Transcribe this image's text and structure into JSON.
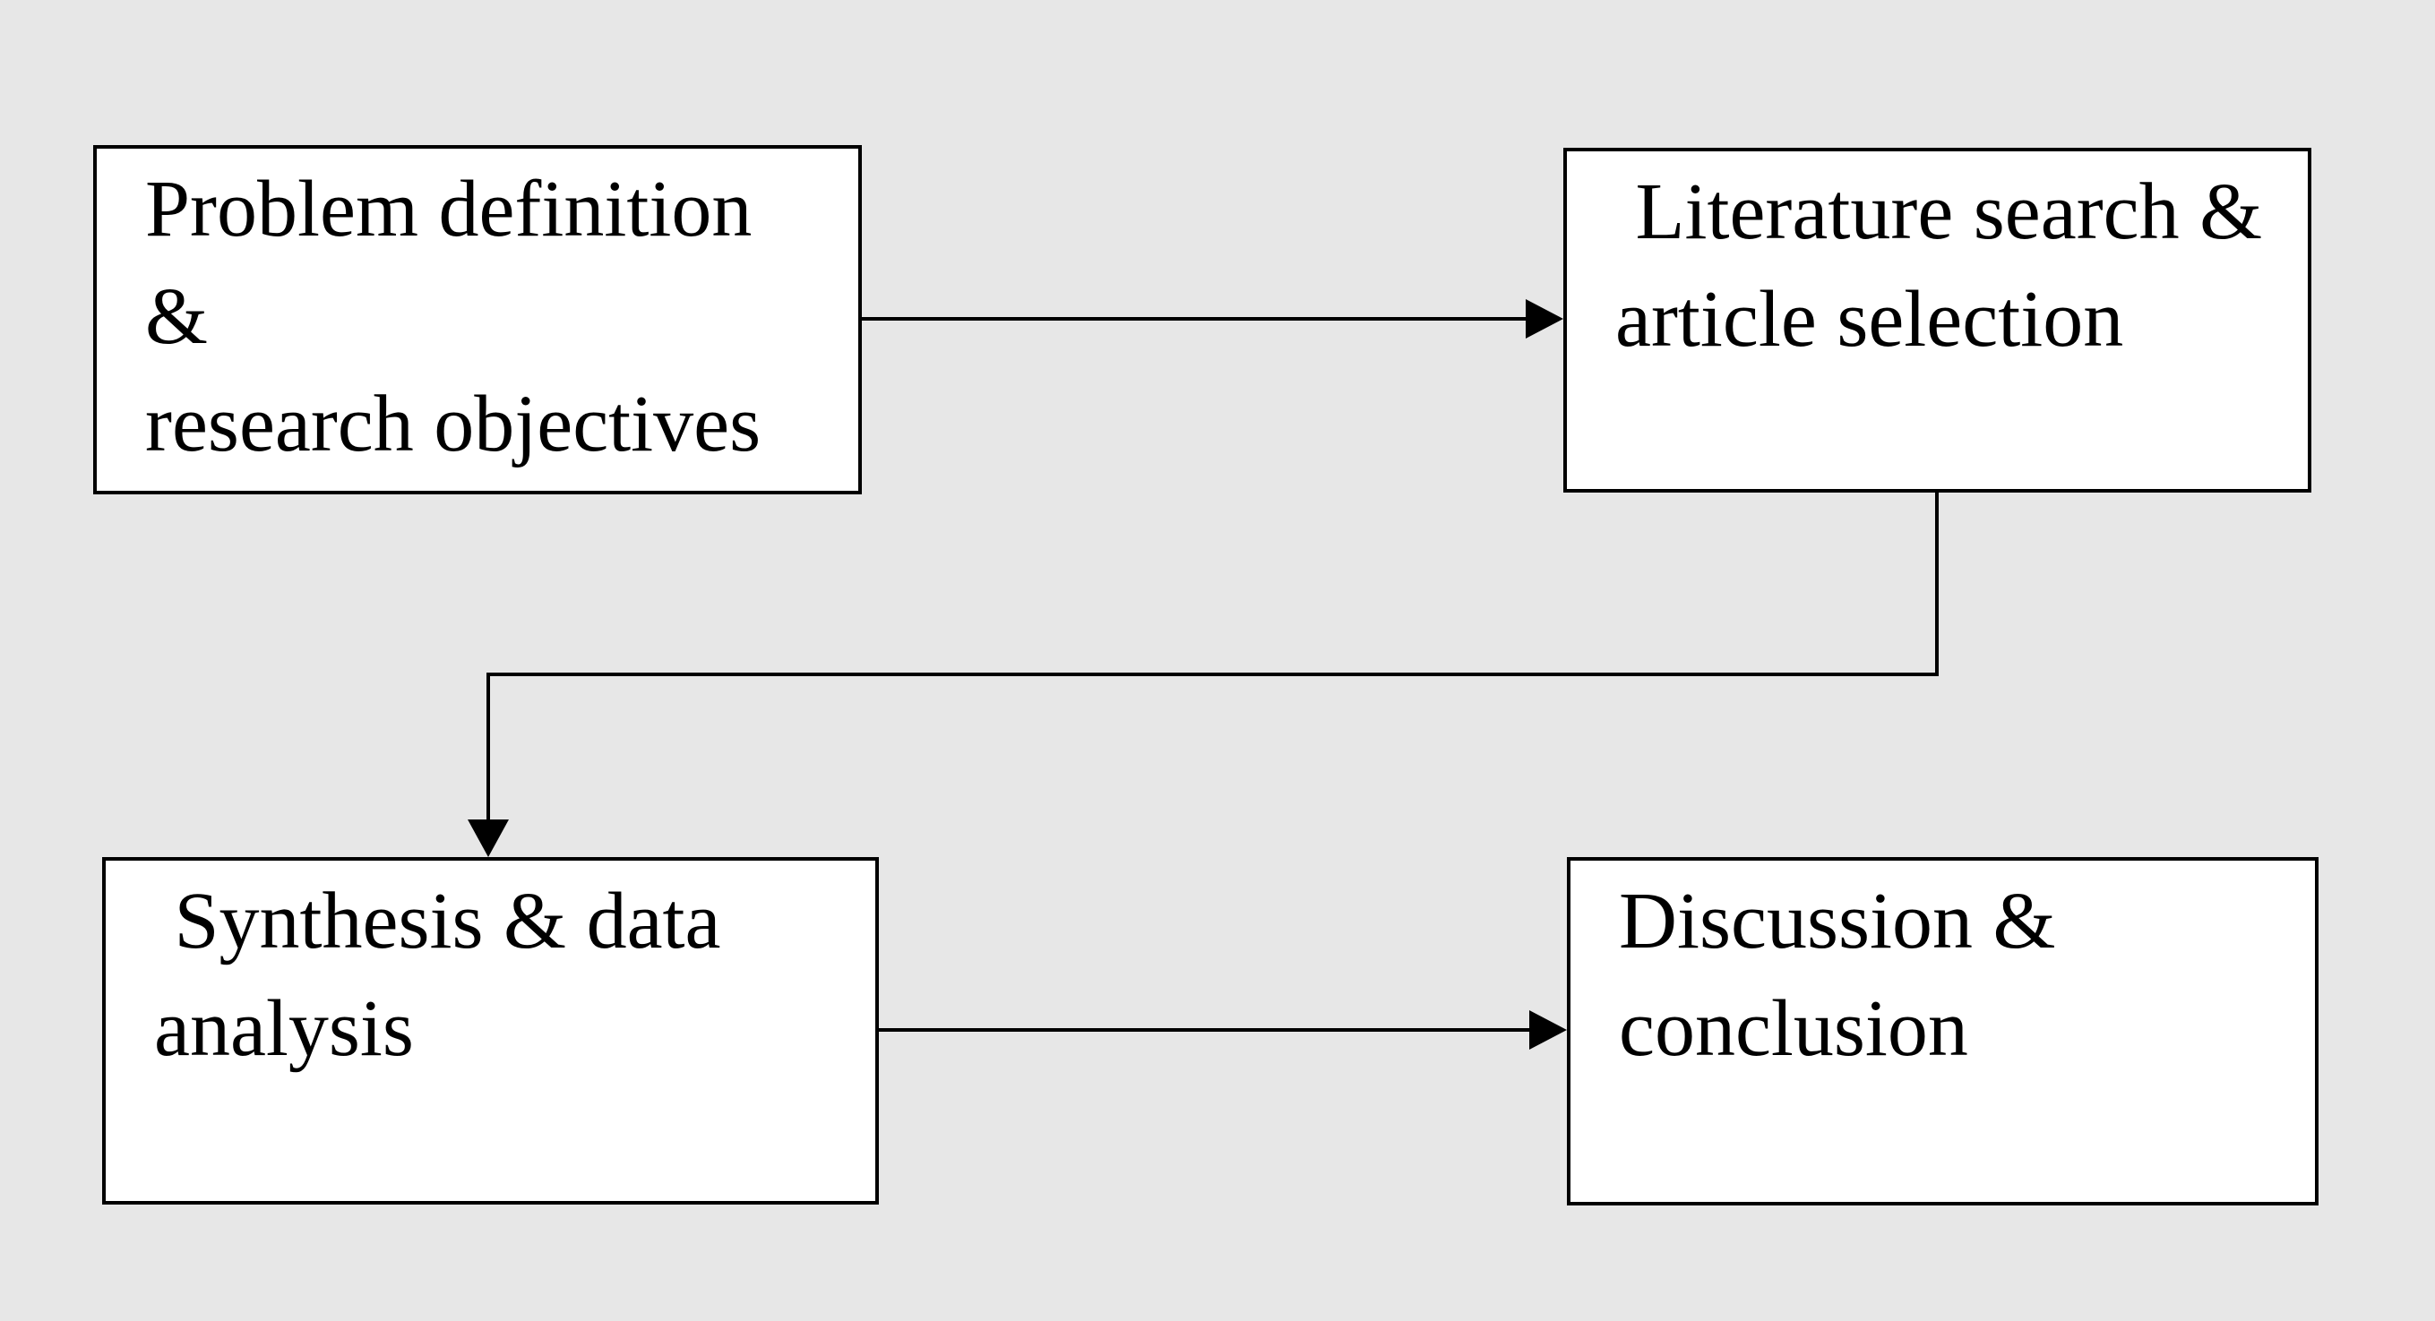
{
  "diagram": {
    "type": "flowchart",
    "background_color": "#e7e7e7",
    "box_fill_color": "#ffffff",
    "line_color": "#000000",
    "text_color": "#000000",
    "boxes": [
      {
        "id": "problem-definition",
        "label": "Problem definition & research objectives",
        "lines": [
          "Problem definition &",
          "research objectives"
        ]
      },
      {
        "id": "literature-search",
        "label": "Literature search & article selection",
        "lines": [
          " Literature search &",
          "article selection"
        ]
      },
      {
        "id": "synthesis-data-analysis",
        "label": "Synthesis & data analysis",
        "lines": [
          " Synthesis & data",
          "analysis"
        ]
      },
      {
        "id": "discussion-conclusion",
        "label": "Discussion & conclusion",
        "lines": [
          "Discussion &",
          "conclusion"
        ]
      }
    ],
    "connectors": [
      {
        "from": "problem-definition",
        "to": "literature-search",
        "style": "straight-horizontal-arrow"
      },
      {
        "from": "literature-search",
        "to": "synthesis-data-analysis",
        "style": "elbow-arrow-down-left-down"
      },
      {
        "from": "synthesis-data-analysis",
        "to": "discussion-conclusion",
        "style": "straight-horizontal-arrow"
      }
    ]
  }
}
